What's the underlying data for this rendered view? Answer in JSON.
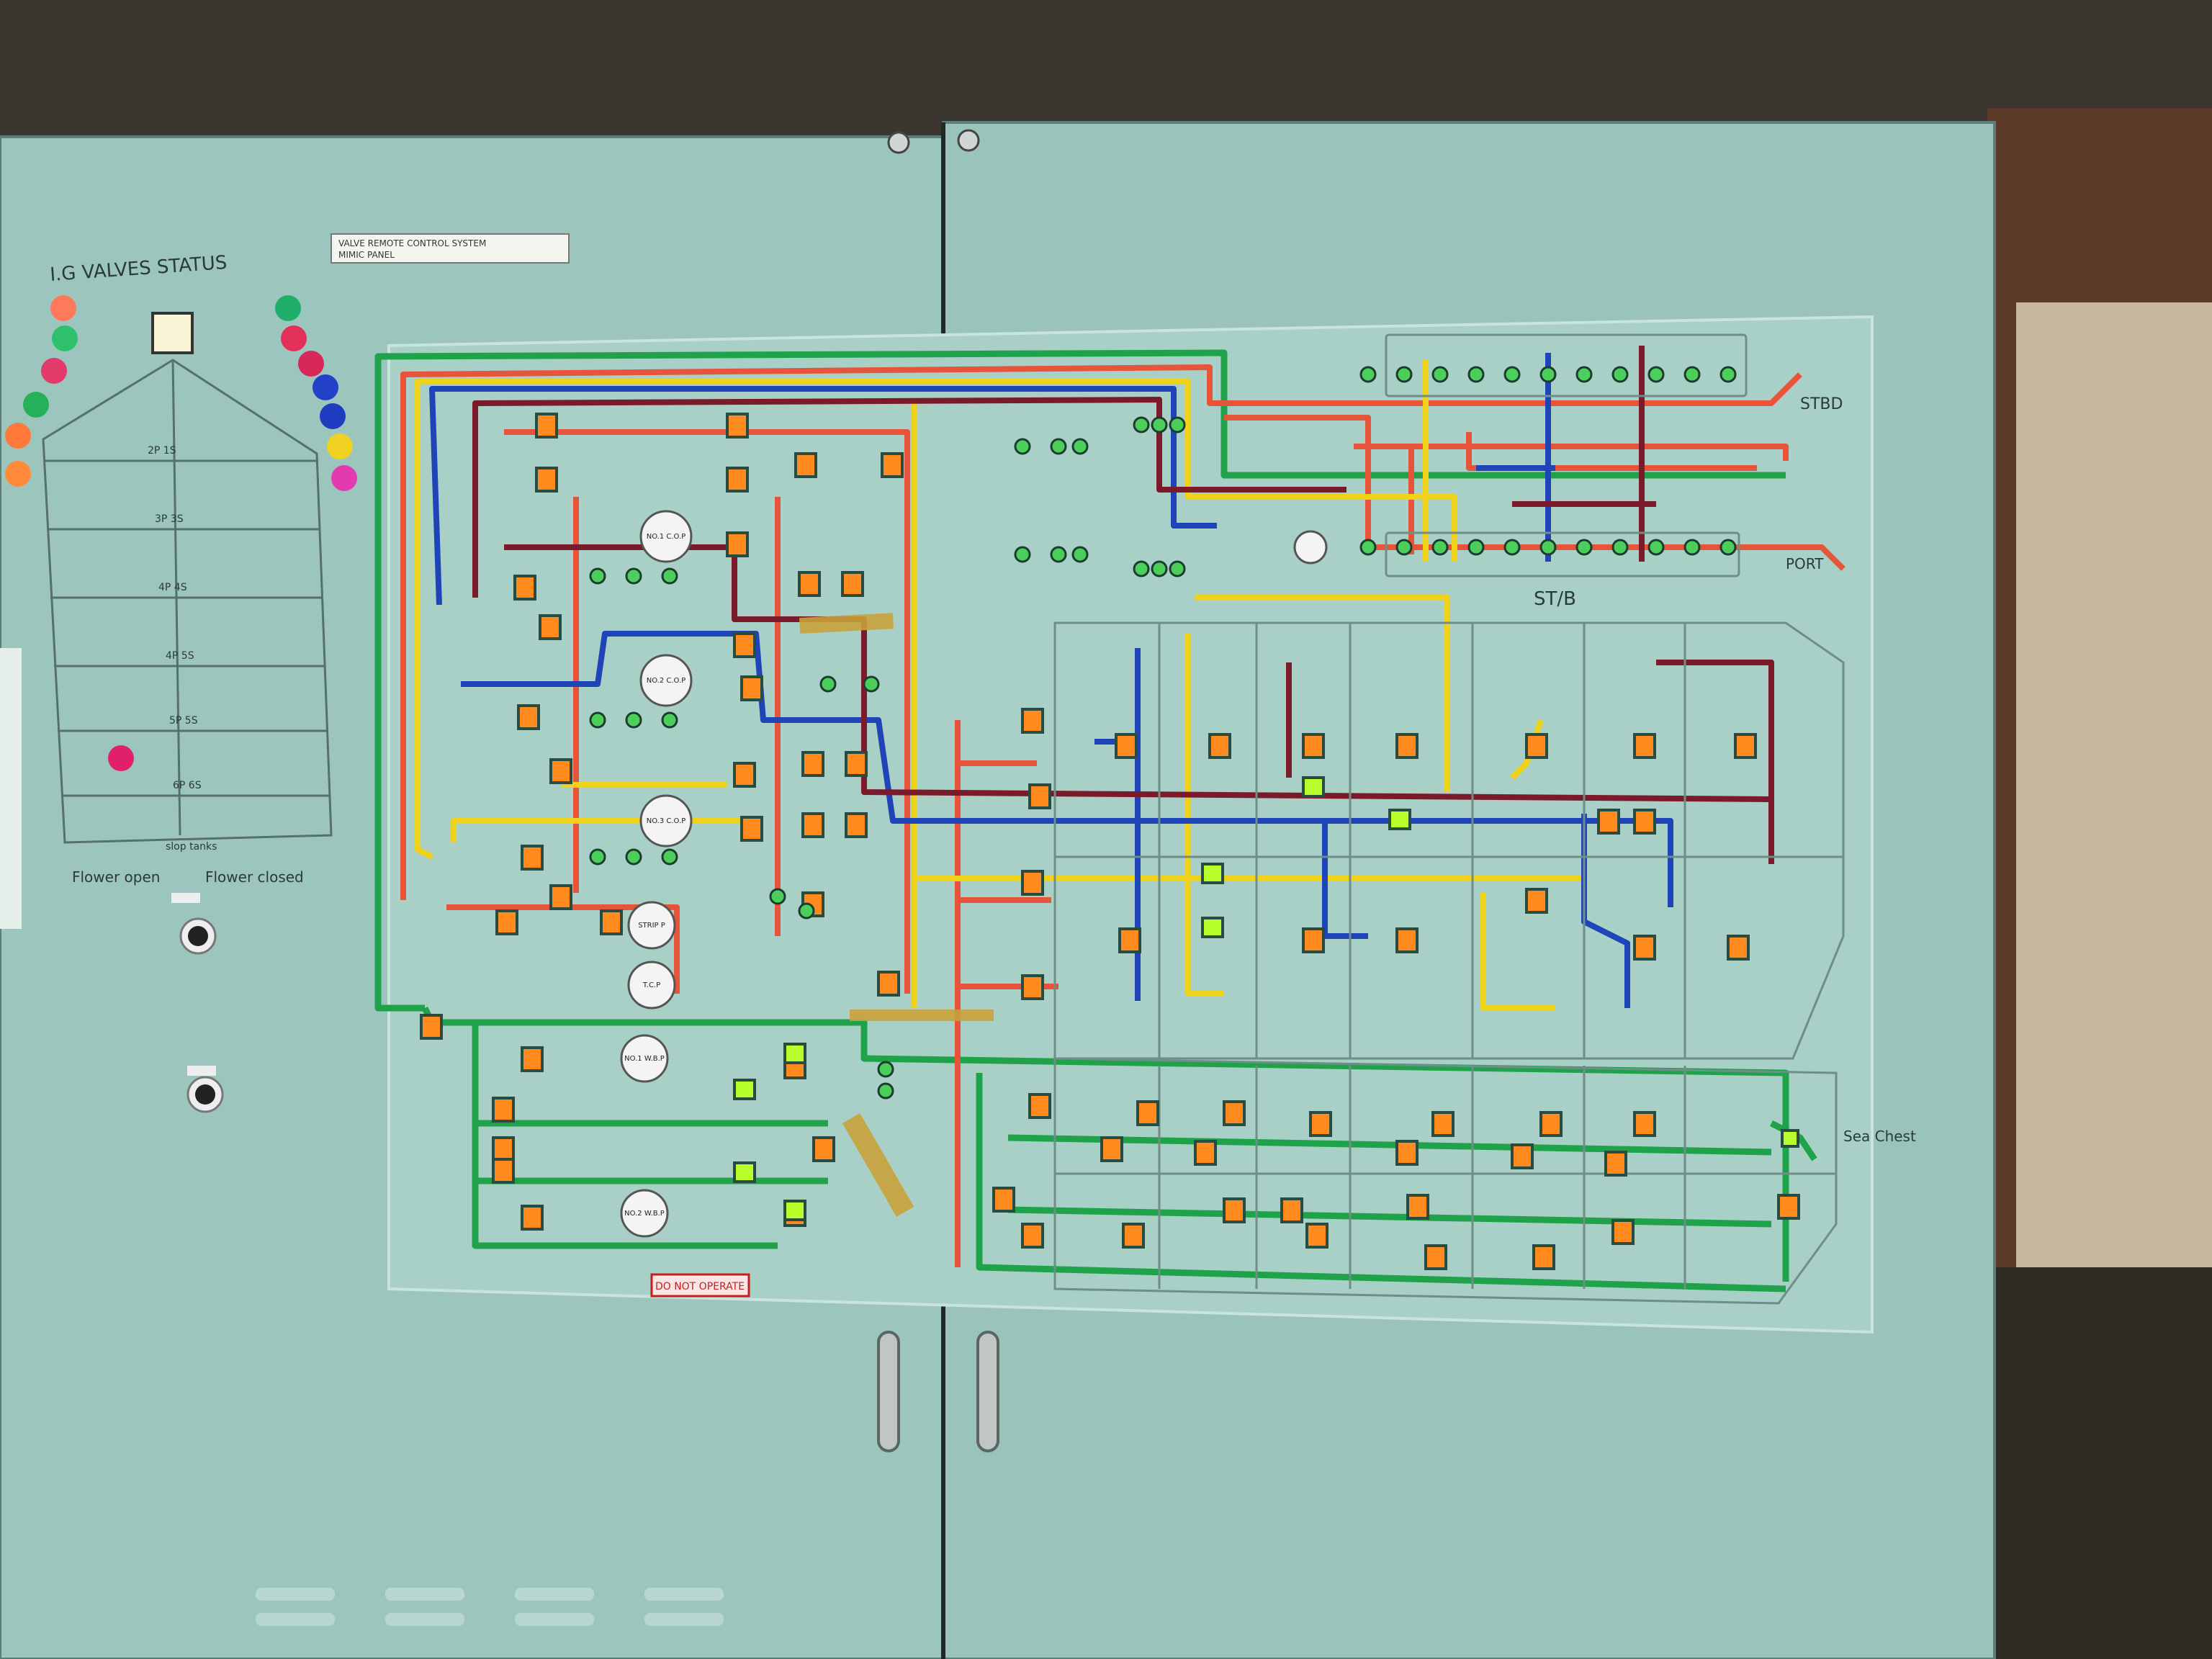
{
  "panel": {
    "title_plate_line1": "VALVE REMOTE CONTROL SYSTEM",
    "title_plate_line2": "MIMIC PANEL",
    "ig_status_title": "I.G VALVES STATUS",
    "handwritten_legend_left": "Flower open",
    "handwritten_legend_right": "Flower closed",
    "tank_rows": [
      {
        "label": "2P 1S"
      },
      {
        "label": "3P 3S"
      },
      {
        "label": "4P 4S"
      },
      {
        "label": "4P 5S"
      },
      {
        "label": "5P 5S"
      },
      {
        "label": "6P 6S"
      }
    ],
    "tank_bottom_label": "slop tanks",
    "pumps": [
      {
        "label": "NO.1 C.O.P"
      },
      {
        "label": "NO.2 C.O.P"
      },
      {
        "label": "NO.3 C.O.P"
      },
      {
        "label": "STRIP P"
      },
      {
        "label": "T.C.P"
      },
      {
        "label": "NO.1 W.B.P"
      },
      {
        "label": "NO.2 W.B.P"
      }
    ],
    "handwritten_stbd": "STBD",
    "handwritten_port": "PORT",
    "handwritten_st_b": "ST/B",
    "handwritten_bottom_right": "Sea Chest",
    "warning_label": "DO NOT OPERATE",
    "colors": {
      "panel": "#9cc6bd",
      "green_line": "#1fa24a",
      "red_line": "#e8543a",
      "yellow_line": "#f1d21b",
      "blue_line": "#1e44b8",
      "maroon_line": "#7a1a2a",
      "indicator_orange": "#ff8a1e",
      "indicator_lime": "#b6ff2a"
    }
  }
}
